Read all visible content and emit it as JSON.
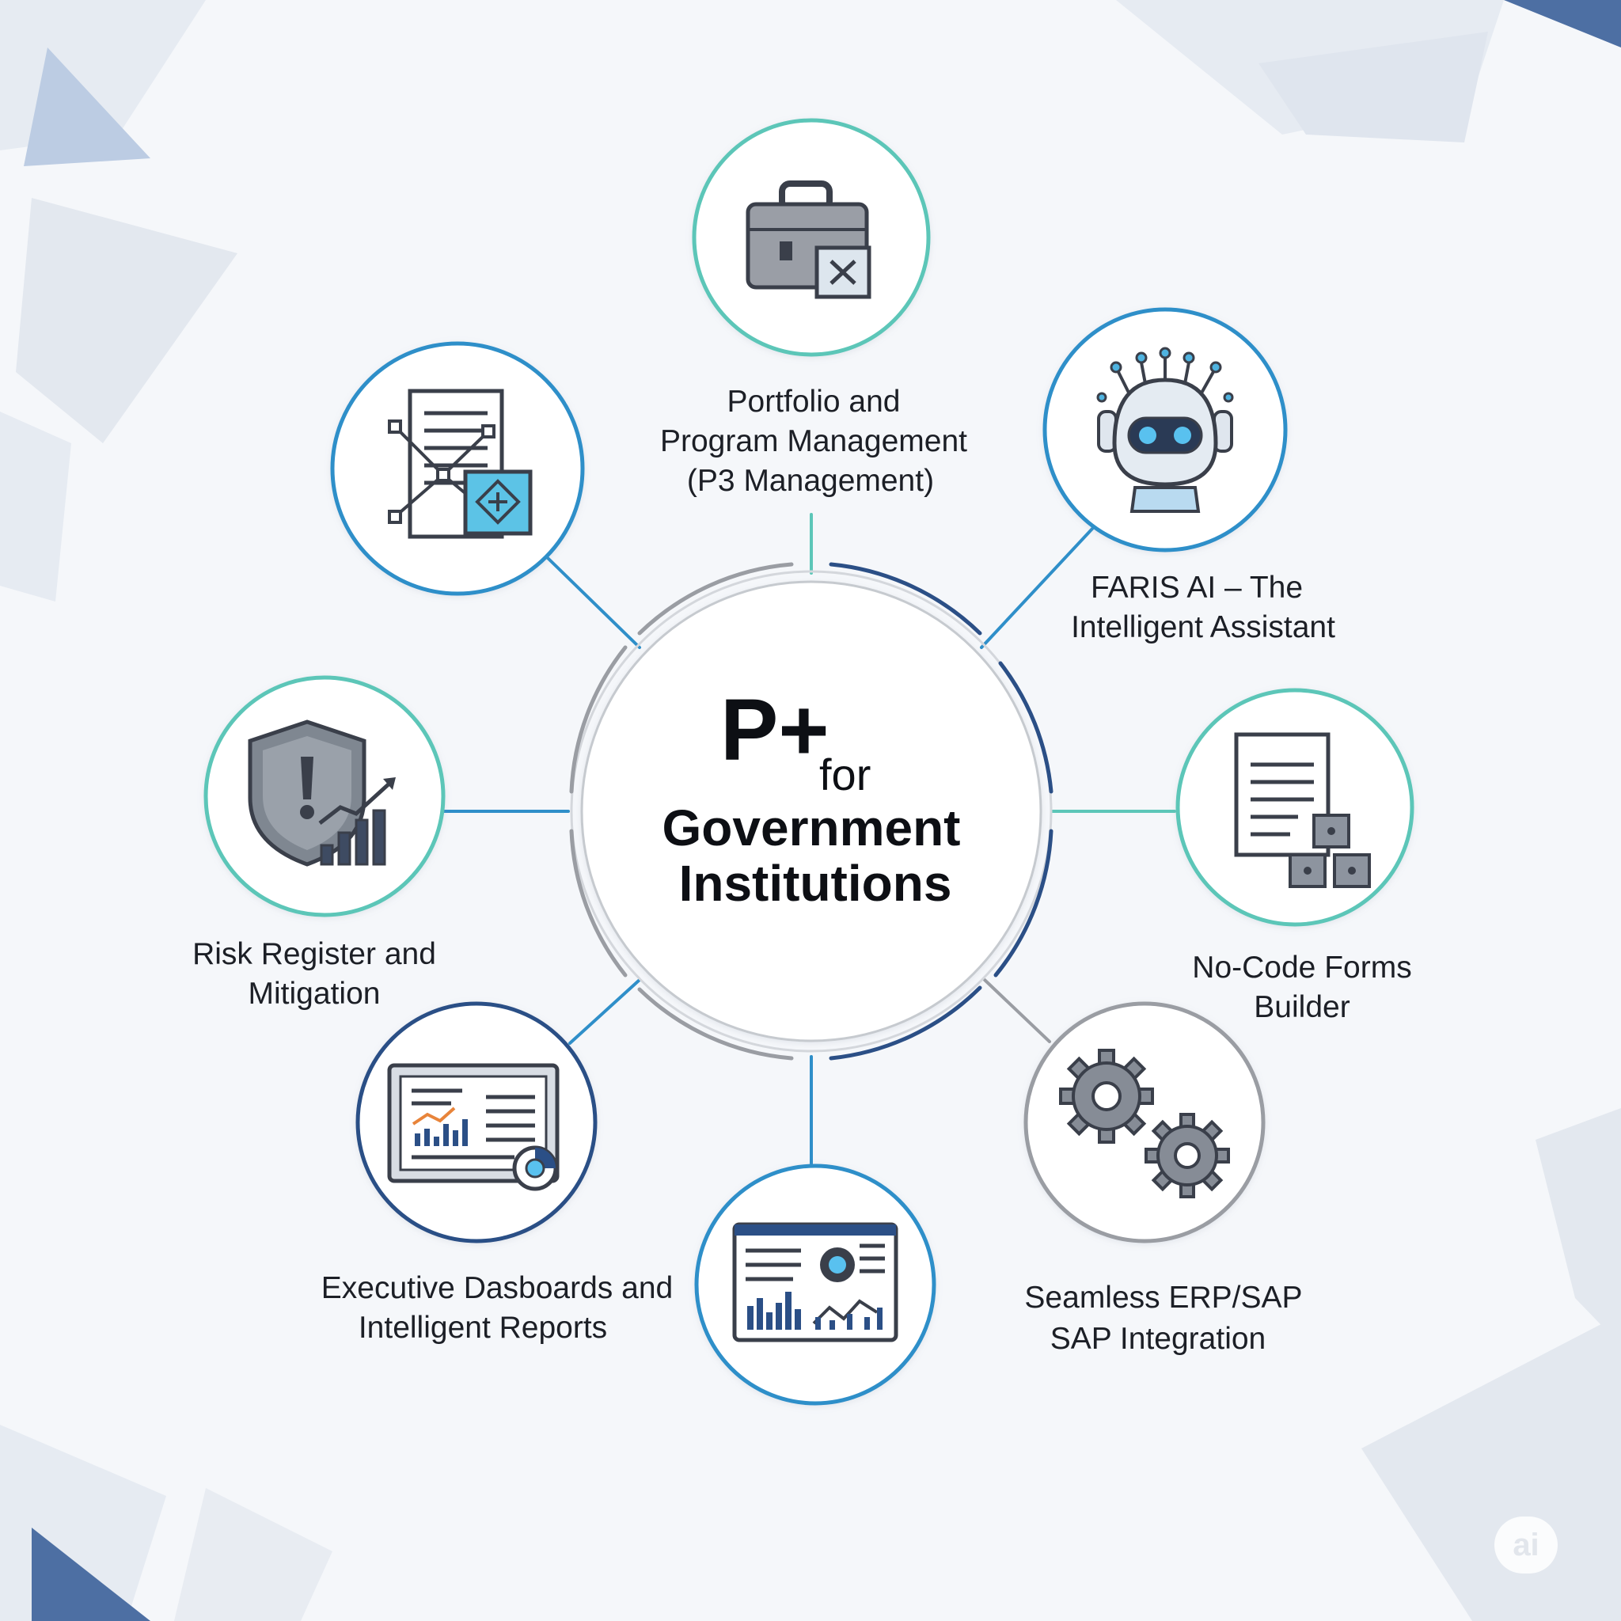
{
  "center": {
    "brand": "P+",
    "for": "for",
    "line1": "Government",
    "line2": "Institutions"
  },
  "modules": [
    {
      "id": "portfolio",
      "icon": "briefcase-icon",
      "label_lines": [
        "Portfolio and",
        "Program Management",
        "(P3 Management)"
      ]
    },
    {
      "id": "faris-ai",
      "icon": "robot-icon",
      "label_lines": [
        "FARIS AI – The",
        "Intelligent Assistant"
      ]
    },
    {
      "id": "forms-builder",
      "icon": "document-blocks-icon",
      "label_lines": [
        "No-Code Forms",
        "Builder"
      ]
    },
    {
      "id": "erp-sap",
      "icon": "gears-icon",
      "label_lines": [
        "Seamless ERP/SAP",
        "SAP Integration"
      ]
    },
    {
      "id": "analytics",
      "icon": "analytics-screen-icon",
      "label_lines": []
    },
    {
      "id": "executive-dashboards",
      "icon": "dashboard-monitor-icon",
      "label_lines": [
        "Executive Dasboards and",
        "Intelligent Reports"
      ]
    },
    {
      "id": "risk-register",
      "icon": "shield-warning-icon",
      "label_lines": [
        "Risk Register and",
        "Mitigation"
      ]
    },
    {
      "id": "workflow-docs",
      "icon": "workflow-document-icon",
      "label_lines": []
    }
  ],
  "badge": "ai",
  "colors": {
    "teal": "#5cc6b8",
    "blue": "#2f8fc9",
    "navy": "#2b4f86",
    "gray": "#9a9da3",
    "dark": "#3a3f4a"
  }
}
